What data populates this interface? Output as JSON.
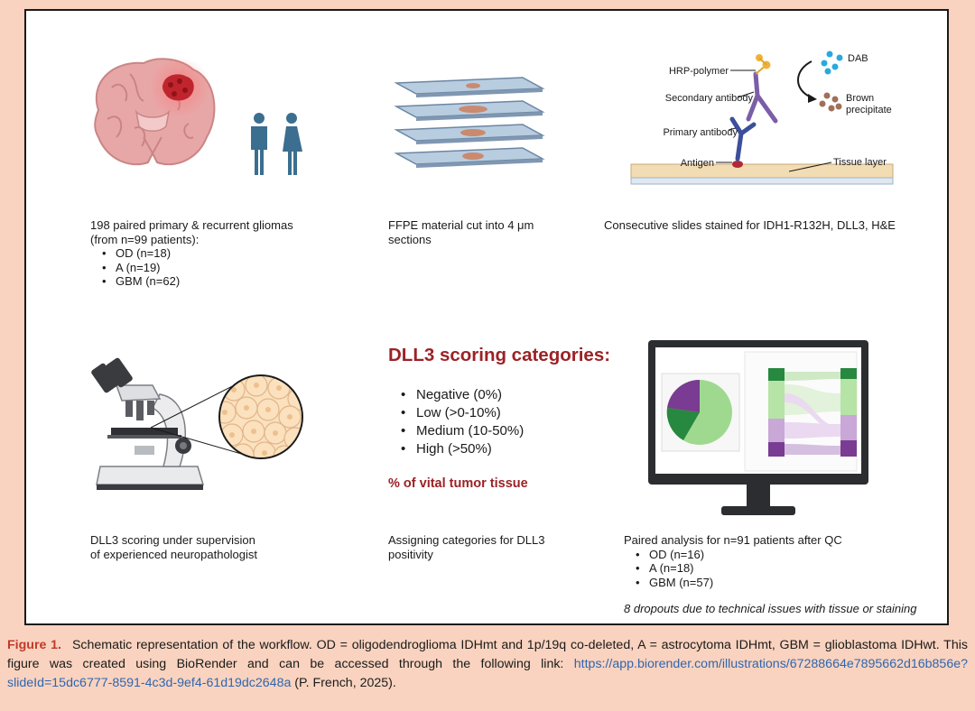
{
  "panel1": {
    "text_line1": "198 paired primary & recurrent gliomas",
    "text_line2": "(from n=99 patients):",
    "items": [
      "OD (n=18)",
      "A (n=19)",
      "GBM (n=62)"
    ]
  },
  "panel2": {
    "text_line1": "FFPE material cut into 4 μm",
    "text_line2": "sections"
  },
  "panel3": {
    "text": "Consecutive slides stained for IDH1-R132H, DLL3, H&E",
    "labels": {
      "hrp": "HRP-polymer",
      "dab": "DAB",
      "secondary": "Secondary antibody",
      "brown1": "Brown",
      "brown2": "precipitate",
      "primary": "Primary antibody",
      "antigen": "Antigen",
      "tissue": "Tissue layer"
    }
  },
  "panel4": {
    "text_line1": "DLL3 scoring under supervision",
    "text_line2": "of experienced neuropathologist"
  },
  "panel5": {
    "title": "DLL3 scoring categories:",
    "categories": [
      "Negative (0%)",
      "Low (>0-10%)",
      "Medium (10-50%)",
      "High (>50%)"
    ],
    "note": "% of vital tumor tissue",
    "text_line1": "Assigning categories for DLL3",
    "text_line2": "positivity"
  },
  "panel6": {
    "text": "Paired analysis for n=91 patients after QC",
    "items": [
      "OD (n=16)",
      "A (n=18)",
      "GBM (n=57)"
    ],
    "dropouts": "8 dropouts due to technical issues with tissue or staining"
  },
  "caption": {
    "label": "Figure 1.",
    "text": "Schematic representation of the workflow. OD = oligodendroglioma IDHmt and 1p/19q co-deleted, A = astrocytoma IDHmt, GBM = glioblastoma IDHwt. This figure was created using BioRender and can be accessed through the following link: ",
    "link": "https://app.biorender.com/illustrations/67288664e7895662d16b856e? slideId=15dc6777-8591-4c3d-9ef4-61d19dc2648a",
    "suffix": " (P. French, 2025)."
  },
  "colors": {
    "background": "#f9d3bf",
    "accent_red": "#9b2226",
    "caption_label": "#c0392b",
    "link": "#2f66b0",
    "dab_blue": "#29a9e0",
    "precipitate_brown": "#a0705a",
    "antibody_purple": "#7b5ea7",
    "antibody_blue": "#3c4f9b"
  }
}
